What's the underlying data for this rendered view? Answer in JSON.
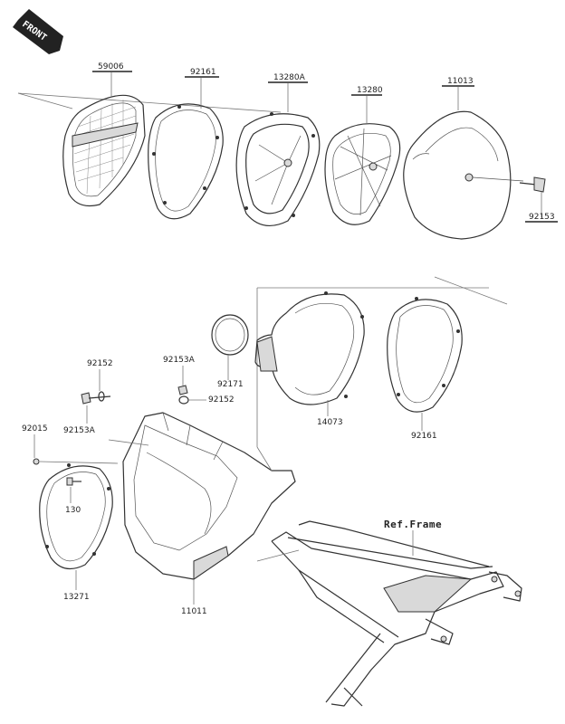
{
  "front_label": "FRONT",
  "ref_frame_label": "Ref.Frame",
  "parts": {
    "p59006": "59006",
    "p92161_top": "92161",
    "p13280A": "13280A",
    "p13280": "13280",
    "p11013": "11013",
    "p92153": "92153",
    "p92153A": "92153A",
    "p92152_left": "92152",
    "p92171": "92171",
    "p92152_mid": "92152",
    "p14073": "14073",
    "p92161_bot": "92161",
    "p92153A_left": "92153A",
    "p92015": "92015",
    "p130": "130",
    "p13271": "13271",
    "p11011": "11011"
  }
}
